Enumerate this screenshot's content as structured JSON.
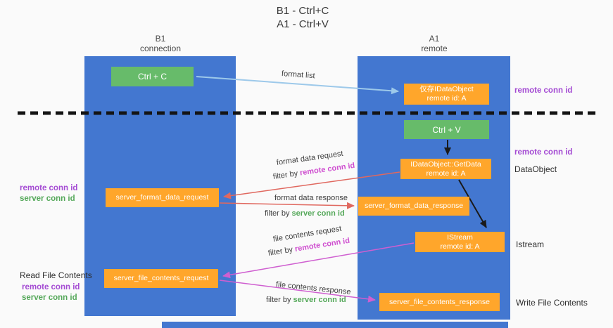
{
  "title": {
    "line1": "B1 - Ctrl+C",
    "line2": "A1 - Ctrl+V"
  },
  "lanes": {
    "left": {
      "name": "B1",
      "sub": "connection"
    },
    "right": {
      "name": "A1",
      "sub": "remote"
    }
  },
  "boxes": {
    "ctrl_c": "Ctrl + C",
    "ctrl_v": "Ctrl + V",
    "idataobject": {
      "line1": "仅存IDataObject",
      "line2": "remote id: A"
    },
    "getdata": {
      "line1": "IDataObject::GetData",
      "line2": "remote id: A"
    },
    "istream": {
      "line1": "IStream",
      "line2": "remote id: A"
    },
    "format_request": "server_format_data_request",
    "format_response": "server_format_data_response",
    "file_request": "server_file_contents_request",
    "file_response": "server_file_contents_response"
  },
  "messages": [
    {
      "label": "format list"
    },
    {
      "label": "format data request",
      "filter_prefix": "filter by",
      "filter_value": "remote conn id"
    },
    {
      "label": "format data response",
      "filter_prefix": "filter by",
      "filter_value": "server conn id"
    },
    {
      "label": "file contents request",
      "filter_prefix": "filter by",
      "filter_value": "remote conn id"
    },
    {
      "label": "file contents response",
      "filter_prefix": "filter by",
      "filter_value": "server conn id"
    }
  ],
  "side_labels": {
    "right_remote_conn_top": "remote conn id",
    "right_remote_conn_mid": "remote conn id",
    "dataobject": "DataObject",
    "istream": "Istream",
    "write_file_contents": "Write File Contents",
    "left_remote_conn_1": "remote conn id",
    "left_server_conn_1": "server conn id",
    "read_file_contents": "Read File Contents",
    "left_remote_conn_2": "remote conn id",
    "left_server_conn_2": "server conn id"
  },
  "colors": {
    "lane_blue": "#4377d0",
    "box_green": "#67bb6a",
    "box_orange": "#ffa62b",
    "purple_text": "#a44bd3",
    "magenta_text": "#cf4fd0",
    "green_text": "#55a85a",
    "arrow_blue": "#9dc9ea",
    "arrow_red": "#e0685f",
    "arrow_magenta": "#cf5fd0",
    "arrow_black": "#1a1a1a"
  }
}
